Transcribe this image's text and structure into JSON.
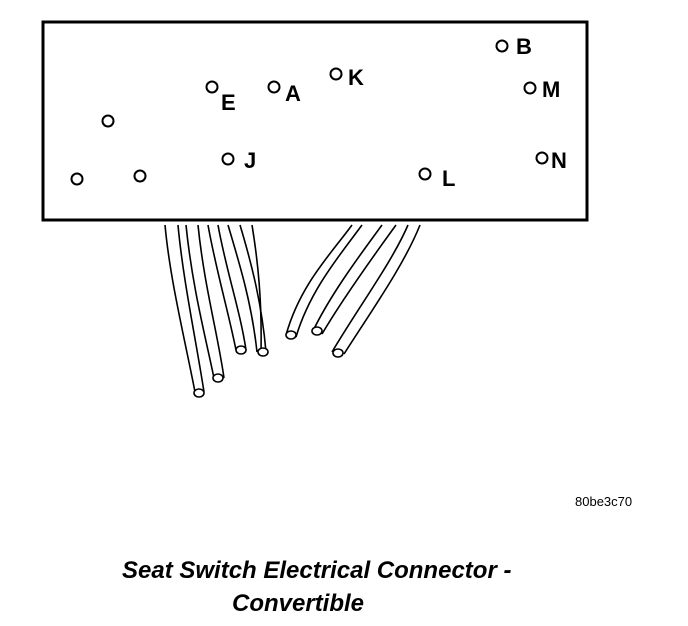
{
  "figure": {
    "title_line1": "Seat Switch Electrical Connector -",
    "title_line2": "Convertible",
    "ref_code": "80be3c70"
  },
  "pins": [
    {
      "label": "B"
    },
    {
      "label": "M"
    },
    {
      "label": "E"
    },
    {
      "label": "A"
    },
    {
      "label": "K"
    },
    {
      "label": "J"
    },
    {
      "label": "L"
    },
    {
      "label": "N"
    },
    {
      "label": ""
    },
    {
      "label": ""
    },
    {
      "label": ""
    }
  ]
}
